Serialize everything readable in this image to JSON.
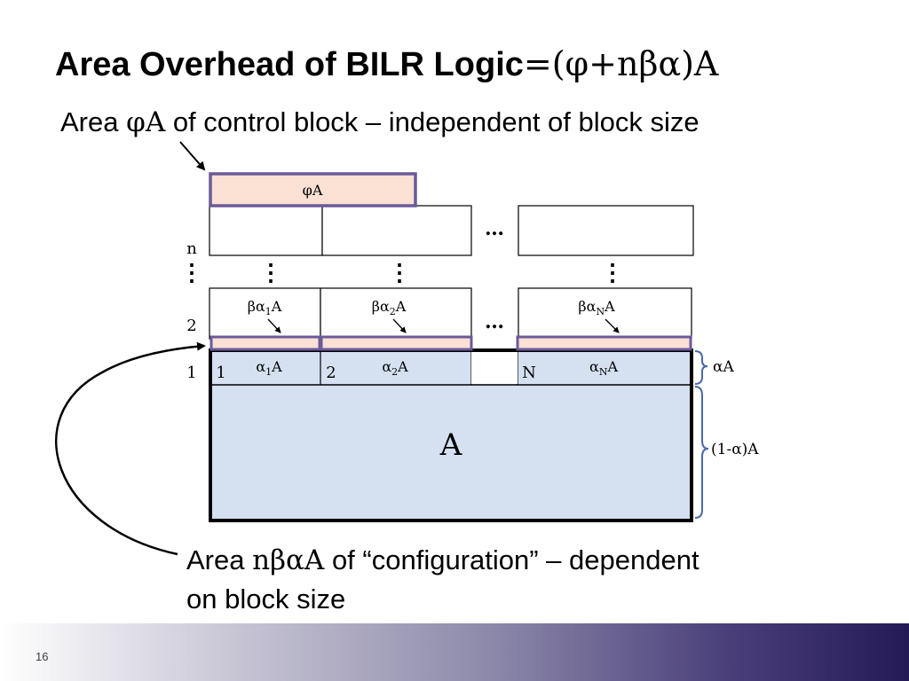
{
  "title": {
    "main": "Area Overhead of BILR Logic",
    "formula": "=(φ+nβα)A"
  },
  "subtitle": {
    "prefix": "Area ",
    "math": "φA",
    "suffix": " of control block – independent of block size"
  },
  "caption": {
    "prefix": "Area ",
    "math": "nβαA",
    "line1_suffix": " of “configuration” – dependent",
    "line2": "on block size"
  },
  "diagram": {
    "control_label": "φA",
    "row_labels": {
      "n": "n",
      "two": "2",
      "one": "1",
      "vdots": "⋮"
    },
    "ellipsis": "…",
    "config_labels": [
      "βα1A",
      "βα2A",
      "βαNA"
    ],
    "block_numbers": [
      "1",
      "2",
      "N"
    ],
    "block_labels": [
      "α1A",
      "α2A",
      "αNA"
    ],
    "main_label": "A",
    "brace_top_label": "αA",
    "brace_bottom_label": "(1-α)A"
  },
  "colors": {
    "pink_fill": "#fbe0d4",
    "purple_border": "#6b5a9a",
    "blue_fill": "#d5e1f1",
    "brace_blue": "#4a6aa8"
  },
  "footer": {
    "page_number": "16"
  }
}
